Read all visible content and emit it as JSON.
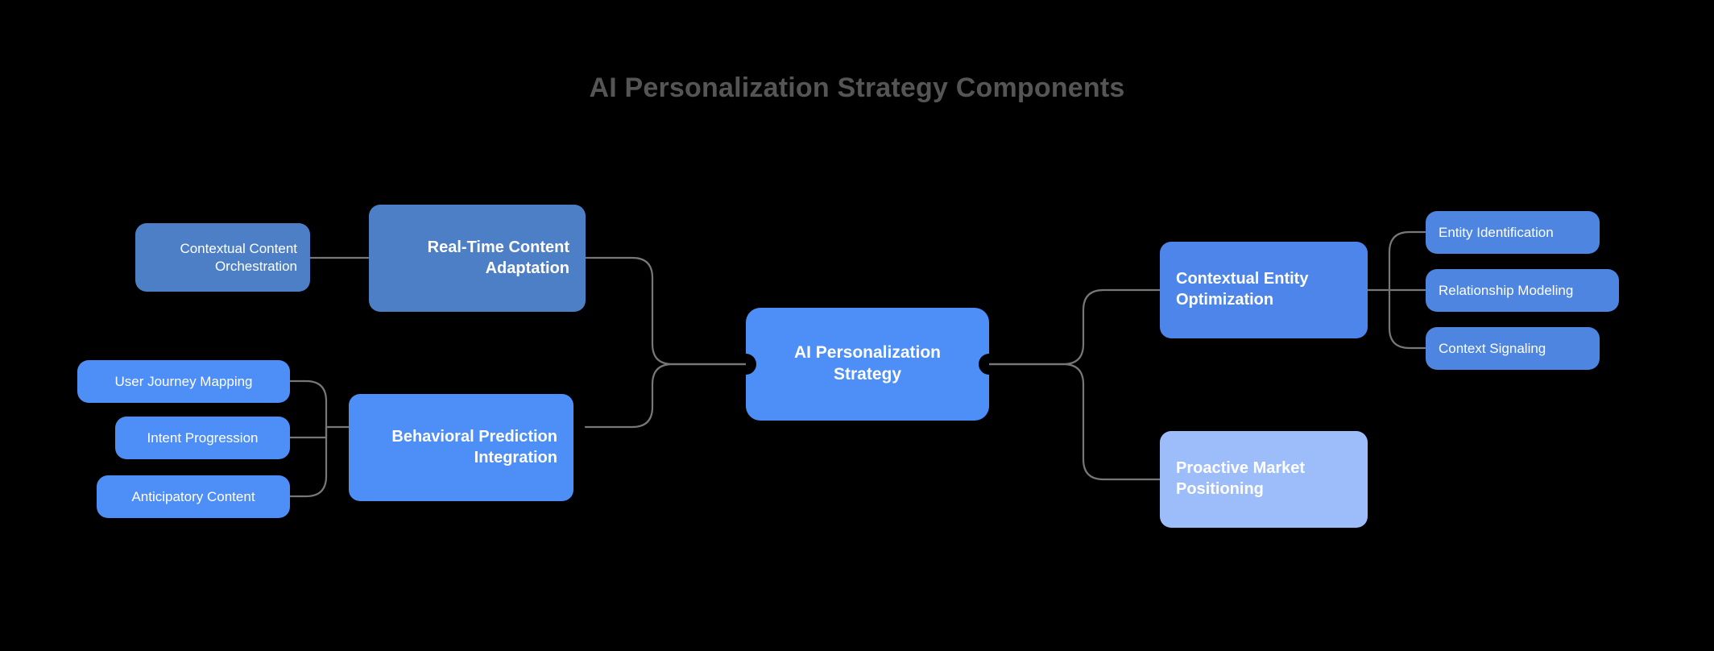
{
  "title": "AI Personalization Strategy Components",
  "theme": {
    "background": "#000000",
    "title_color": "#555555",
    "edge_color": "#777777",
    "text_color": "#ffffff",
    "accent_bright": "#4d8ef7",
    "accent_muted": "#4d7fc6",
    "accent_medium": "#4d85e0",
    "accent_light": "#9dbdfa"
  },
  "root": {
    "label": "AI Personalization Strategy"
  },
  "left_branches": [
    {
      "label": "Real-Time Content Adaptation",
      "color": "#4d7fc6",
      "children": [
        {
          "label": "Contextual Content Orchestration",
          "color": "#4d7fc6"
        }
      ]
    },
    {
      "label": "Behavioral Prediction Integration",
      "color": "#4d8ef7",
      "children": [
        {
          "label": "User Journey Mapping",
          "color": "#4d8ef7"
        },
        {
          "label": "Intent Progression",
          "color": "#4d8ef7"
        },
        {
          "label": "Anticipatory Content",
          "color": "#4d8ef7"
        }
      ]
    }
  ],
  "right_branches": [
    {
      "label": "Contextual Entity Optimization",
      "color": "#4d85ea",
      "children": [
        {
          "label": "Entity Identification",
          "color": "#4d85e0"
        },
        {
          "label": "Relationship Modeling",
          "color": "#4d85e0"
        },
        {
          "label": "Context Signaling",
          "color": "#4d85e0"
        }
      ]
    },
    {
      "label": "Proactive Market Positioning",
      "color": "#9dbdfa",
      "children": []
    }
  ]
}
